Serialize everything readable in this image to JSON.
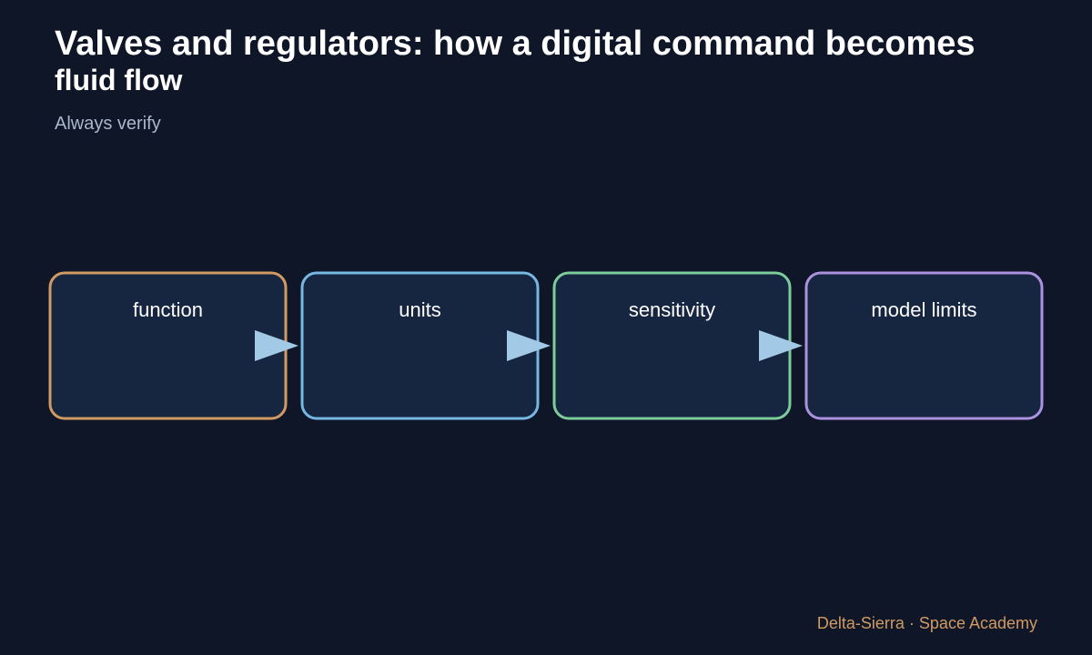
{
  "header": {
    "title_line1": "Valves and regulators: how a digital command becomes",
    "title_line2": "fluid flow",
    "subtitle": "Always verify"
  },
  "diagram": {
    "steps": [
      {
        "label": "function",
        "color": "#d29a63"
      },
      {
        "label": "units",
        "color": "#77b8e2"
      },
      {
        "label": "sensitivity",
        "color": "#7ccc9c"
      },
      {
        "label": "model limits",
        "color": "#ac92de"
      }
    ],
    "box_fill": "#172640",
    "arrow_color": "#a2c9e5"
  },
  "footer": {
    "text": "Delta-Sierra · Space Academy"
  }
}
